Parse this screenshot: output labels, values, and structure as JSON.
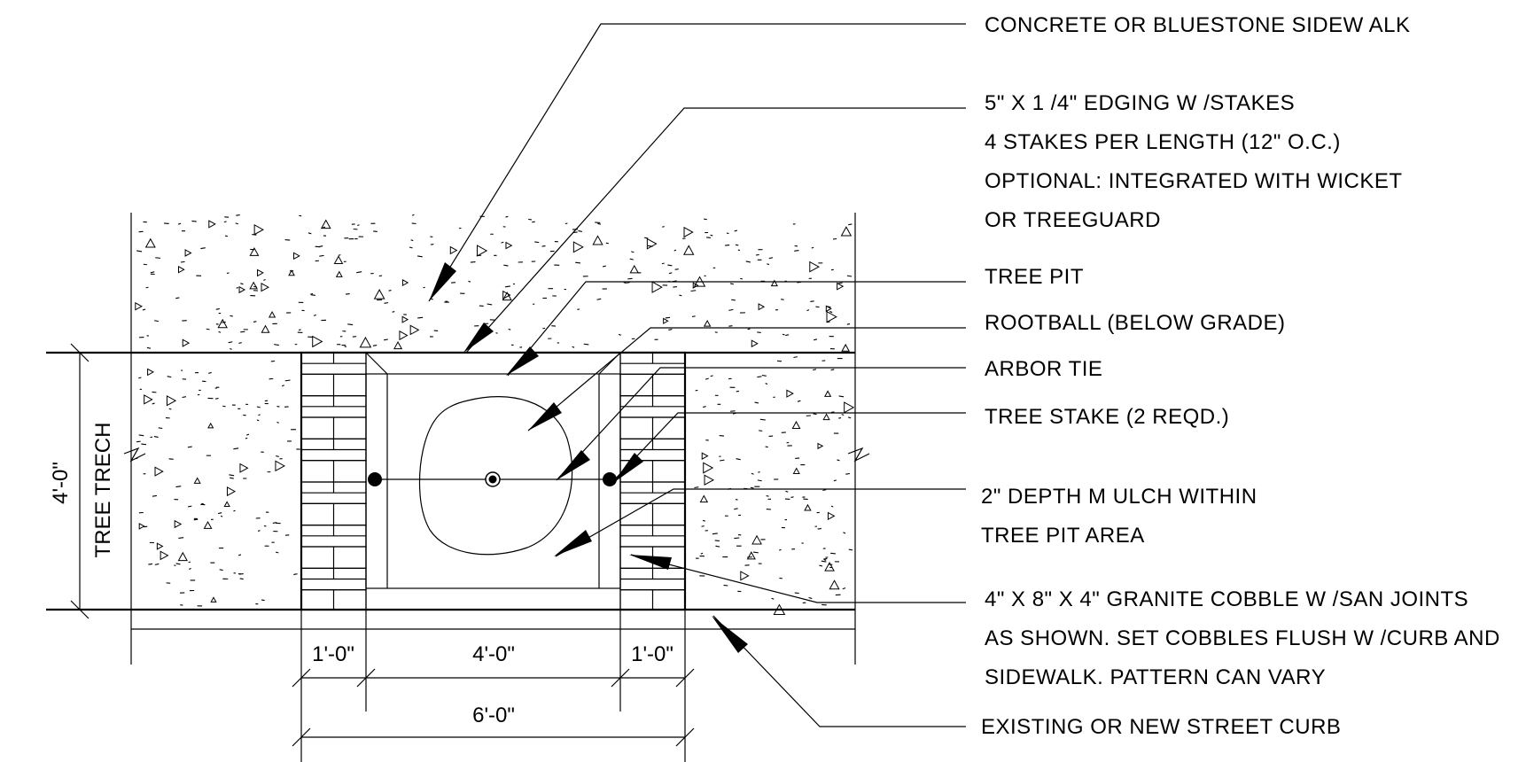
{
  "labels": {
    "sidewalk": "CONCRETE OR BLUESTONE SIDEW ALK",
    "edging_1": "5\" X 1 /4\" EDGING W /STAKES",
    "edging_2": "4 STAKES PER LENGTH (12\" O.C.)",
    "edging_3": "OPTIONAL: INTEGRATED WITH WICKET",
    "edging_4": "OR TREEGUARD",
    "tree_pit": "TREE PIT",
    "rootball": "ROOTBALL (BELOW GRADE)",
    "arbor_tie": "ARBOR TIE",
    "tree_stake": "TREE STAKE (2 REQD.)",
    "mulch_1": "2\" DEPTH M ULCH WITHIN",
    "mulch_2": "TREE PIT AREA",
    "cobble_1": "4\" X 8\" X 4\" GRANITE COBBLE W /SAN JOINTS",
    "cobble_2": "AS SHOWN. SET COBBLES FLUSH W /CURB AND",
    "cobble_3": "SIDEWALK. PATTERN CAN VARY",
    "curb": "EXISTING OR NEW STREET CURB"
  },
  "dimensions": {
    "trench_depth": "4'-0\"",
    "trench_label": "TREE TRECH",
    "cobble_left": "1'-0\"",
    "pit_width": "4'-0\"",
    "cobble_right": "1'-0\"",
    "overall": "6'-0\""
  }
}
